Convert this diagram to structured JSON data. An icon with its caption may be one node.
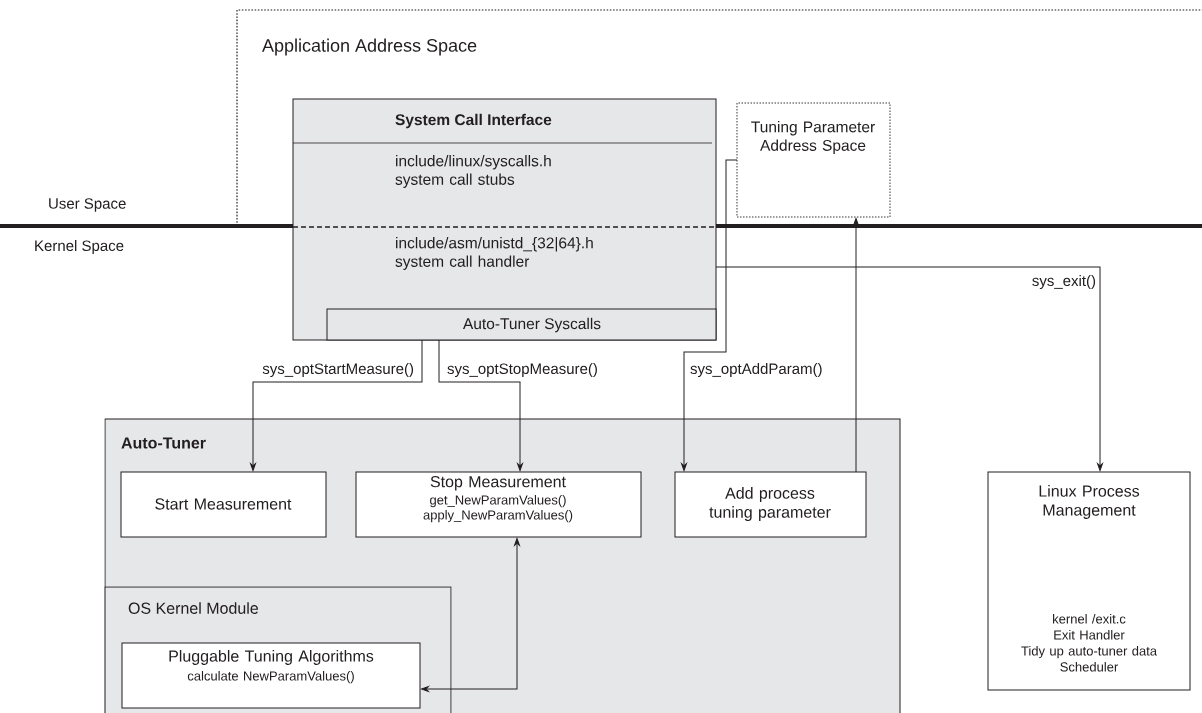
{
  "diagram": {
    "nodes": [
      {
        "text": [
          "Application Address Space"
        ]
      },
      {
        "text": [
          "System Call Interface",
          "include/linux/syscalls.h system call stubs",
          "include/asm/unistd_{32|64}.h system call handler"
        ]
      },
      {
        "text": [
          "Auto-Tuner Syscalls"
        ],
        "in": 1
      },
      {
        "text": [
          "Tuning Parameter Address Space"
        ],
        "in": 0
      },
      {
        "text": [
          "Auto-Tuner"
        ]
      },
      {
        "text": [
          "Start Measurement"
        ],
        "in": 4
      },
      {
        "text": [
          "Stop Measurement",
          "get_NewParamValues()",
          "apply_NewParamValues()"
        ],
        "in": 4
      },
      {
        "text": [
          "Add process tuning parameter"
        ],
        "in": 4
      },
      {
        "text": [
          "OS Kernel Module"
        ],
        "in": 4
      },
      {
        "text": [
          "Pluggable Tuning Algorithms",
          "calculate NewParamValues()"
        ],
        "in": 8
      },
      {
        "text": [
          "Linux Process Management",
          "kernel /exit.c",
          "Exit Handler",
          "Tidy up auto-tuner data",
          "Scheduler"
        ]
      }
    ],
    "edges": [
      {
        "from": 2,
        "to": 5,
        "arrow": "to",
        "label": "sys_optStartMeasure()"
      },
      {
        "from": 2,
        "to": 6,
        "arrow": "to",
        "label": "sys_optStopMeasure()"
      },
      {
        "from": 3,
        "to": 7,
        "arrow": "to",
        "label": "sys_optAddParam()"
      },
      {
        "from": 7,
        "to": 3,
        "arrow": "to"
      },
      {
        "from": 1,
        "to": 10,
        "arrow": "to",
        "label": "sys_exit()"
      },
      {
        "from": 6,
        "to": 9,
        "arrow": "both"
      }
    ],
    "labels": [
      "User Space",
      "Kernel Space"
    ]
  }
}
